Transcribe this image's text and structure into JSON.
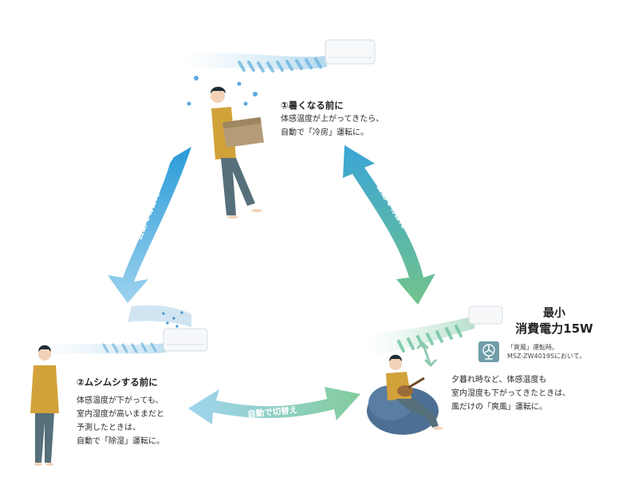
{
  "step1": {
    "title": "①暑くなる前に",
    "lines": [
      "体感温度が上がってきたら、",
      "自動で「冷房」運転に。"
    ]
  },
  "step2": {
    "title": "②ムシムシする前に",
    "lines": [
      "体感温度が下がっても、",
      "室内湿度が高いままだと",
      "予測したときは、",
      "自動で「除湿」運転に。"
    ]
  },
  "step3": {
    "lines": [
      "夕暮れ時など、体感温度も",
      "室内湿度も下がってきたときは、",
      "風だけの「爽風」運転に。"
    ]
  },
  "power": {
    "title_line1": "最小",
    "title_line2": "消費電力15W",
    "note_line1": "「爽風」運転時。",
    "note_line2": "MSZ-ZW4019Sにおいて。"
  },
  "arrows": {
    "left": "自動で切替え",
    "right": "自動で切替え",
    "bottom": "自動で切替え"
  },
  "colors": {
    "arrow_blue": "#3ba4dc",
    "arrow_green": "#6cc28f",
    "shirt": "#d2a23a",
    "pants": "#55707a"
  }
}
